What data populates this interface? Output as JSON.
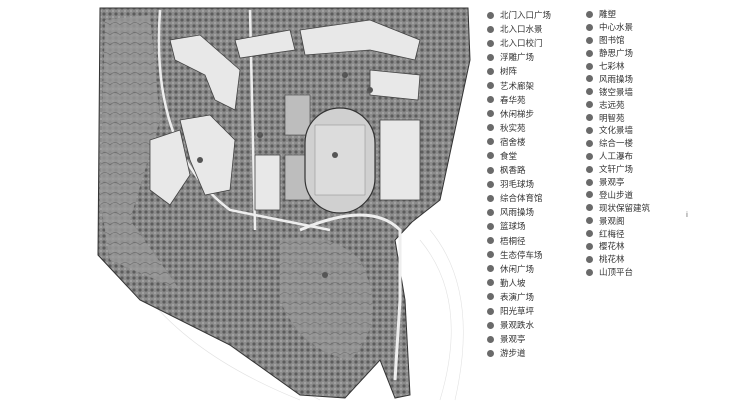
{
  "legend": {
    "left": [
      "北门入口广场",
      "北入口水景",
      "北入口校门",
      "浮雕广场",
      "树阵",
      "艺术廊架",
      "春华苑",
      "休闲梯步",
      "秋实苑",
      "宿舍楼",
      "食堂",
      "枫香路",
      "羽毛球场",
      "综合体育馆",
      "风雨操场",
      "篮球场",
      "梧桐径",
      "生态停车场",
      "休闲广场",
      "勤人坡",
      "表演广场",
      "阳光草坪",
      "景观跌水",
      "景观亭",
      "游步道"
    ],
    "right": [
      "雕塑",
      "中心水景",
      "图书馆",
      "静思广场",
      "七彩林",
      "风雨操场",
      "镂空景墙",
      "志远苑",
      "明智苑",
      "文化景墙",
      "综合一楼",
      "人工瀑布",
      "文轩广场",
      "景观亭",
      "登山步道",
      "现状保留建筑",
      "景观阁",
      "红梅径",
      "樱花林",
      "桃花林",
      "山顶平台"
    ]
  },
  "stray_mark": "i",
  "colors": {
    "site": "#8a8a8a",
    "dot": "#6a6a6a",
    "building": "#e8e8e8",
    "track": "#d0d0d0"
  }
}
